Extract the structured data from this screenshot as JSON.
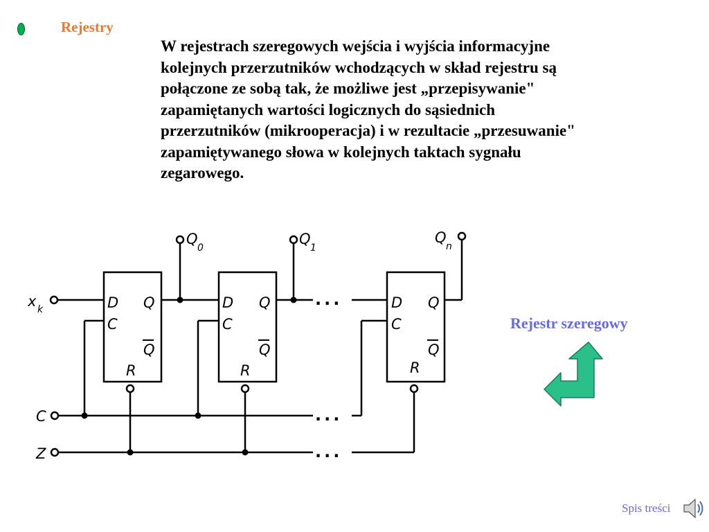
{
  "slide": {
    "section_title": "Rejestry",
    "paragraph": "W rejestrach szeregowych wejścia i wyjścia informacyjne\nkolejnych przerzutników wchodzących w skład rejestru są\npołączone ze sobą tak, że możliwe jest „przepisywanie\"\nzapamiętanych wartości logicznych do sąsiednich\nprzerzutników (mikrooperacja) i w rezultacie „przesuwanie\"\nzapamiętywanego słowa w kolejnych taktach sygnału\nzegarowego.",
    "caption": "Rejestr szeregowy",
    "toc_link": "Spis treści"
  },
  "diagram": {
    "input_x": "x",
    "input_x_sub": "k",
    "input_c": "C",
    "input_z": "Z",
    "q_letter": "Q",
    "outputs": [
      {
        "letter": "Q",
        "sub": "0"
      },
      {
        "letter": "Q",
        "sub": "1"
      },
      {
        "letter": "Q",
        "sub": "n"
      }
    ],
    "flipflop_pins": {
      "d": "D",
      "c": "C",
      "q": "Q",
      "qbar": "Q",
      "r": "R"
    },
    "ellipsis": "..."
  },
  "colors": {
    "title_orange": "#e07b39",
    "link_blue": "#6a6ae0",
    "arrow_green": "#2bbf8a",
    "bullet_green": "#00b050"
  },
  "icons": {
    "arrow_button": "bent-arrow-back-icon",
    "speaker": "speaker-icon"
  }
}
